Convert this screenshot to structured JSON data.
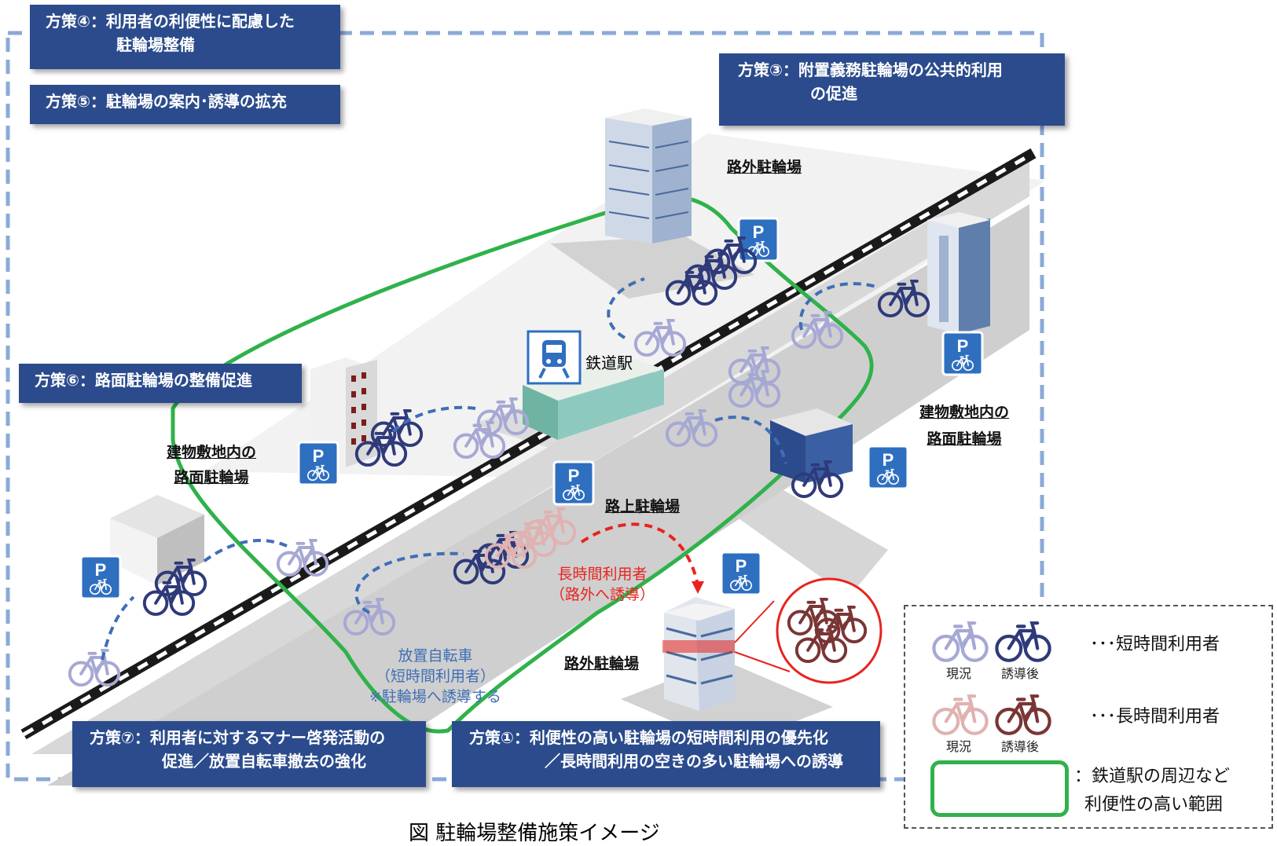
{
  "policies": {
    "p4": {
      "line1": "方策④：利用者の利便性に配慮した",
      "line2": "駐輪場整備"
    },
    "p5": {
      "line1": "方策⑤：駐輪場の案内･誘導の拡充"
    },
    "p3": {
      "line1": "方策③：附置義務駐輪場の公共的利用",
      "line2": "の促進"
    },
    "p6": {
      "line1": "方策⑥：路面駐輪場の整備促進"
    },
    "p7": {
      "line1": "方策⑦：利用者に対するマナー啓発活動の",
      "line2": "促進／放置自転車撤去の強化"
    },
    "p1": {
      "line1": "方策①：利便性の高い駐輪場の短時間利用の優先化",
      "line2": "／長時間利用の空きの多い駐輪場への誘導"
    }
  },
  "labels": {
    "offstreet_top": "路外駐輪場",
    "offstreet_bottom": "路外駐輪場",
    "onstreet": "路上駐輪場",
    "building_left": {
      "line1": "建物敷地内の",
      "line2": "路面駐輪場"
    },
    "building_right": {
      "line1": "建物敷地内の",
      "line2": "路面駐輪場"
    },
    "station": "鉄道駅"
  },
  "notes": {
    "abandoned": {
      "line1": "放置自転車",
      "line2": "（短時間利用者）",
      "line3": "※駐輪場へ誘導する"
    },
    "longterm": {
      "line1": "長時間利用者",
      "line2": "（路外へ誘導）"
    }
  },
  "legend": {
    "short_text": "･･･短時間利用者",
    "long_text": "･･･長時間利用者",
    "current": "現況",
    "after": "誘導後",
    "area_line1": "：鉄道駅の周辺など",
    "area_line2": "利便性の高い範囲"
  },
  "caption": "図 駐輪場整備施策イメージ",
  "parking_sign": "P",
  "icons": [
    "bicycle-icon",
    "train-icon",
    "parking-icon"
  ],
  "colors": {
    "policy_box": "#2b4b8c",
    "frame_dash": "#8aaad6",
    "area_green": "#2fb24a",
    "short_after": "#2e3a7a",
    "short_current": "#a6a8d4",
    "long_after": "#7a3535",
    "long_current": "#e0b2b2",
    "longterm_red": "#e8231e",
    "guide_blue": "#3f6fb5"
  }
}
